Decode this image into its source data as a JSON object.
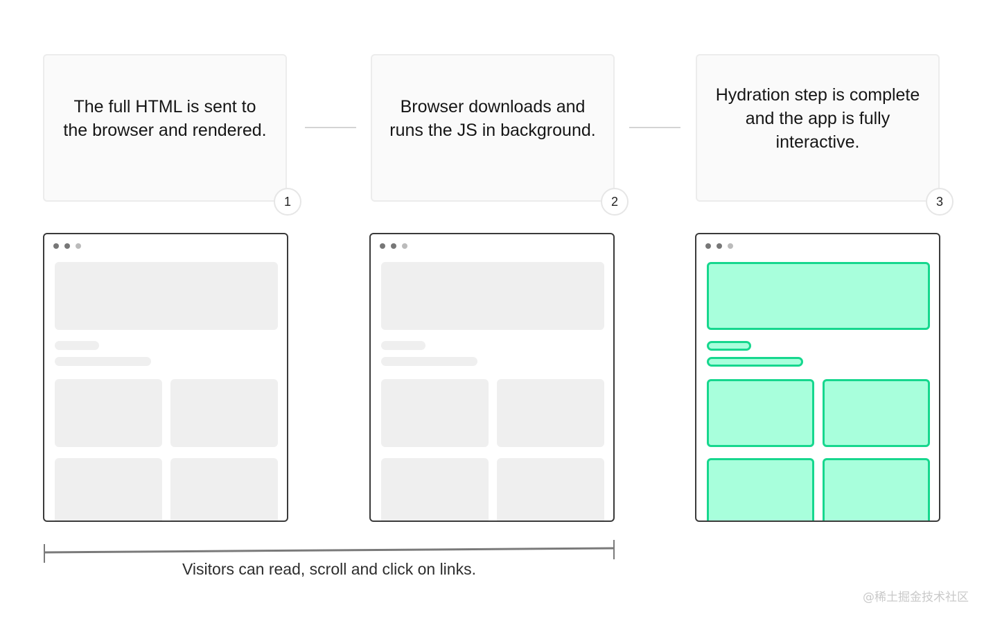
{
  "steps": [
    {
      "text": "The full HTML is sent to the browser and rendered.",
      "number": "1"
    },
    {
      "text": "Browser downloads and runs the JS in background.",
      "number": "2"
    },
    {
      "text": "Hydration step is complete and the app is fully interactive.",
      "number": "3"
    }
  ],
  "browsers": [
    {
      "state": "rendered"
    },
    {
      "state": "rendered"
    },
    {
      "state": "hydrated"
    }
  ],
  "caption": "Visitors can read, scroll and click on links.",
  "watermark": "@稀土掘金技术社区",
  "colors": {
    "placeholder": "#efefef",
    "hydrated_fill": "#a8ffdc",
    "hydrated_border": "#16d78e",
    "browser_border": "#3a3a3a",
    "connector": "#d4d4d4"
  }
}
